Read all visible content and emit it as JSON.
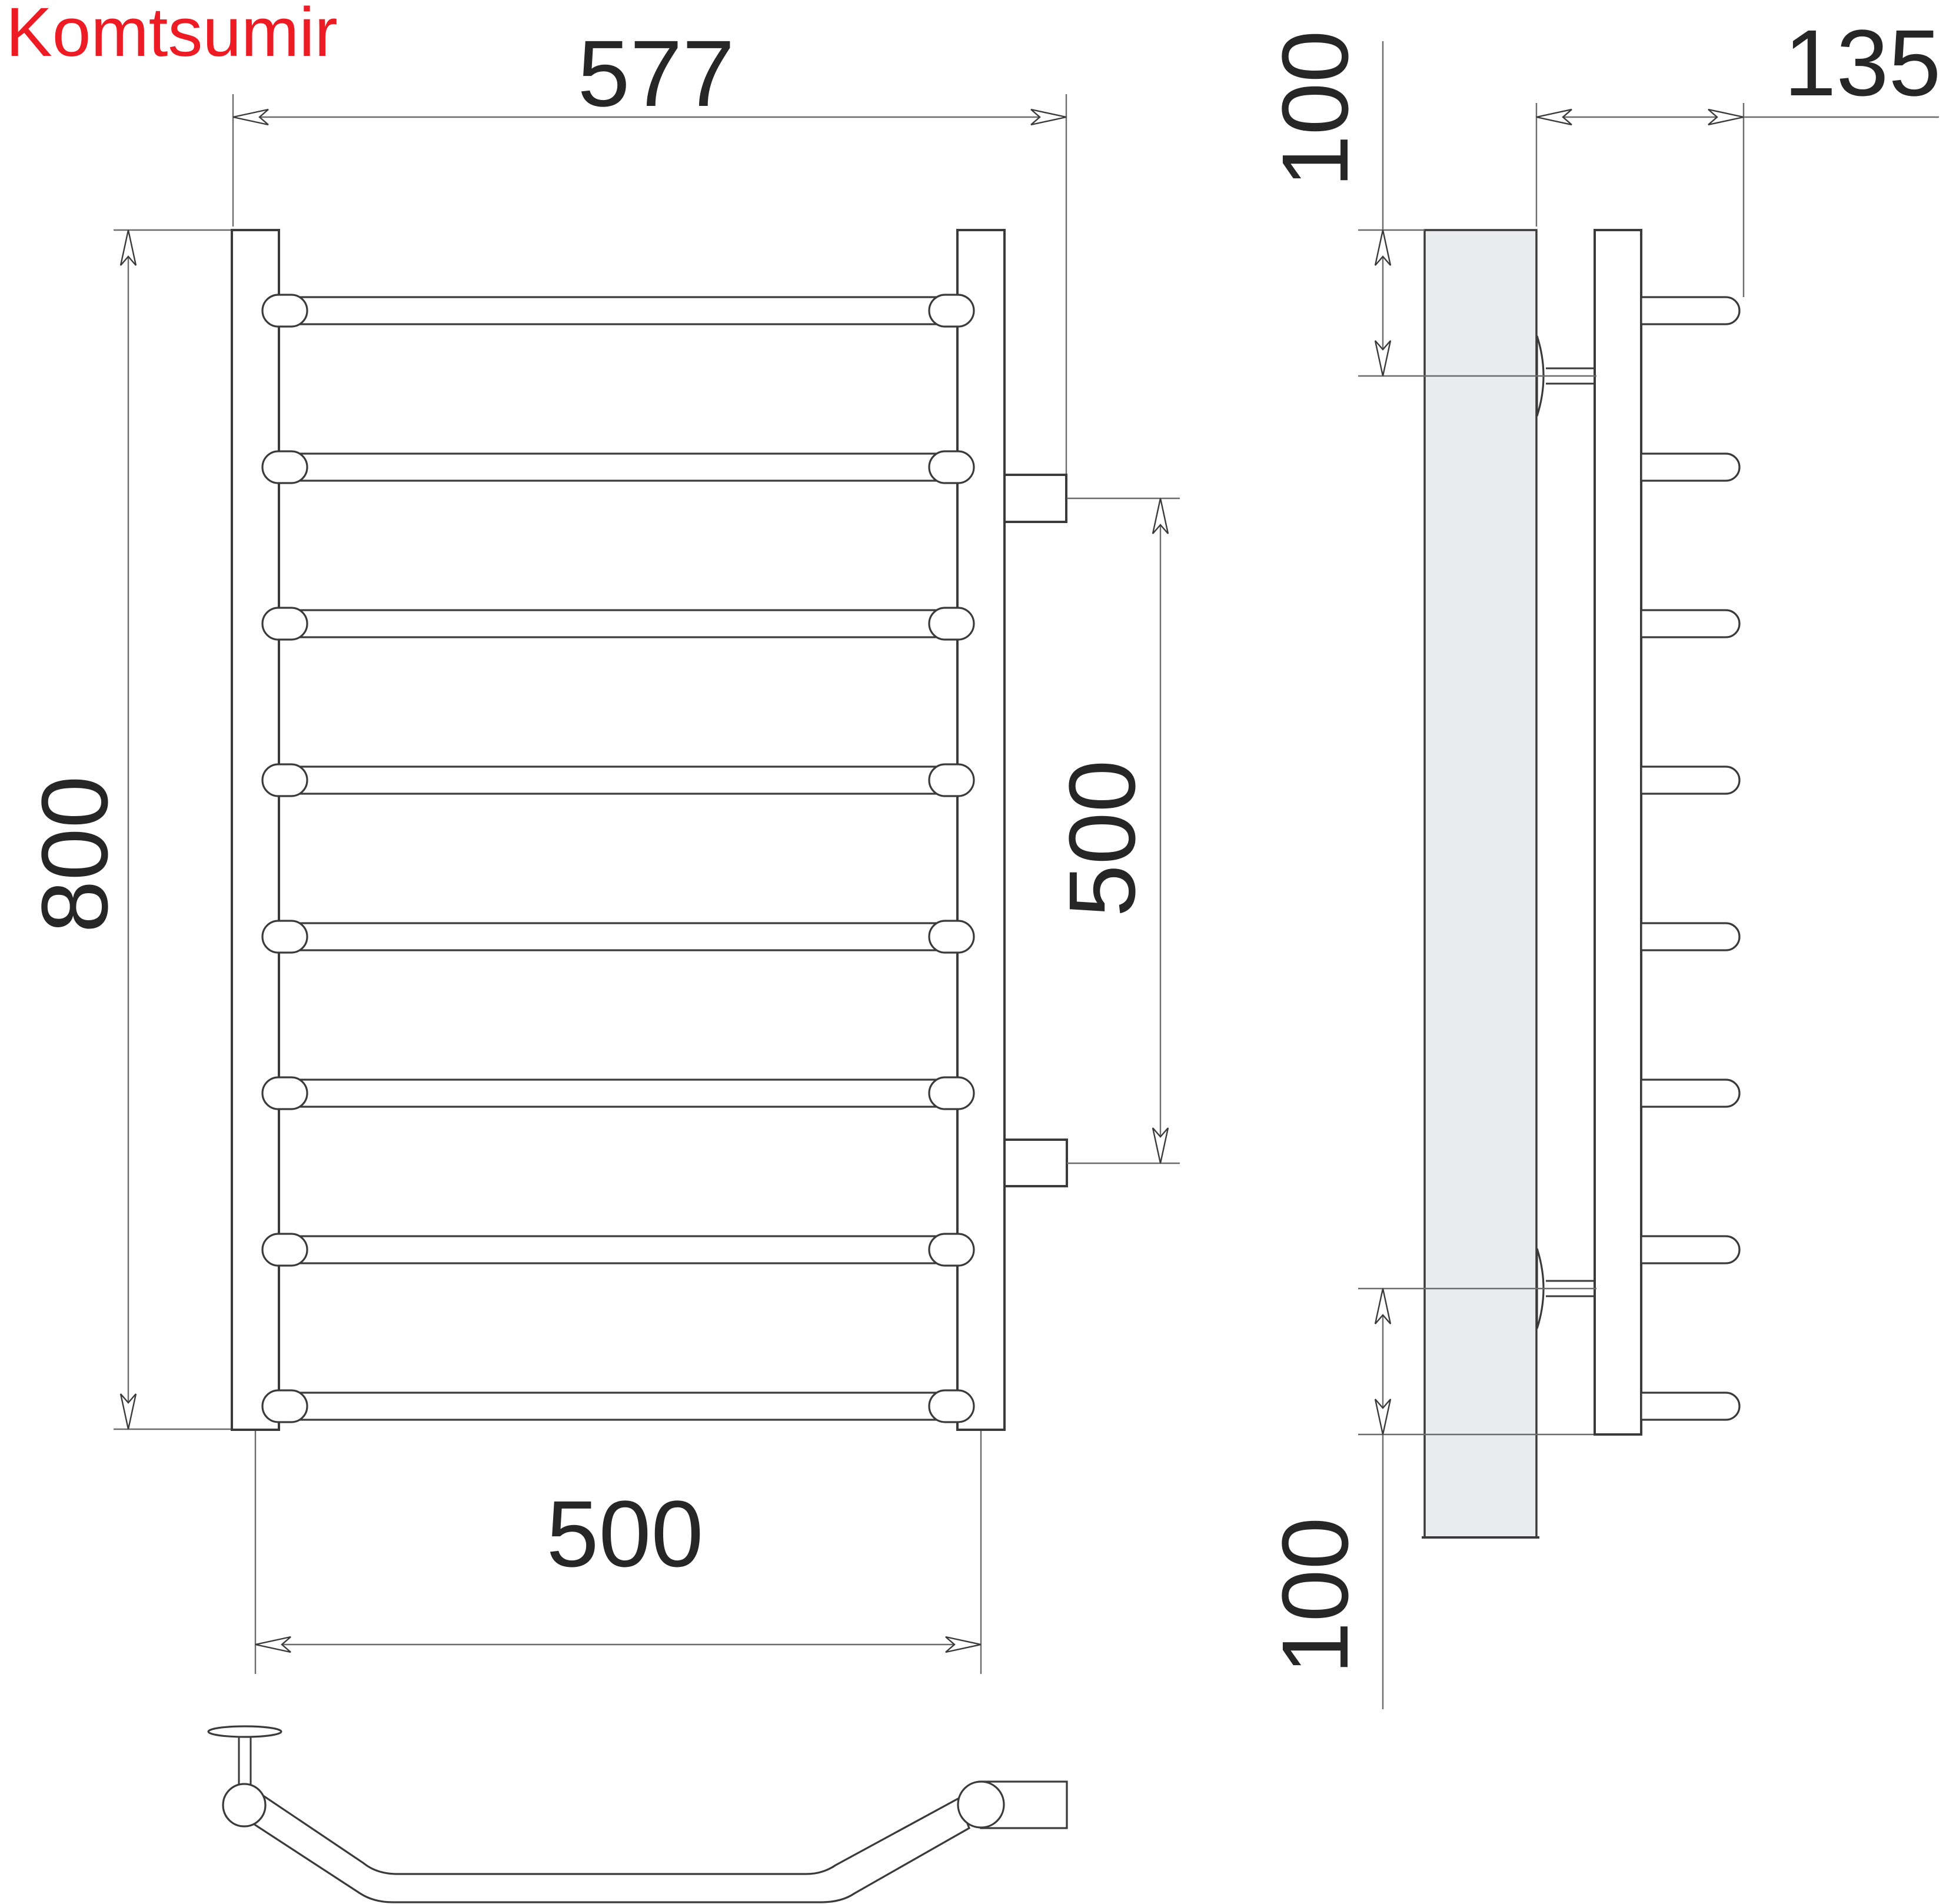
{
  "brand": {
    "text": "Komtsumir",
    "color": "#ED1C24"
  },
  "drawing": {
    "line_color": "#3a3a3a",
    "plate_color": "#ebecee",
    "rung_count": 8,
    "bracket_count": 2
  },
  "front_view": {
    "width_label": "577",
    "height_label": "800",
    "stub_spacing_label": "500",
    "rail_width_label": "500"
  },
  "side_view": {
    "top_offset_label": "100",
    "depth_label": "135",
    "bottom_offset_label": "100"
  }
}
